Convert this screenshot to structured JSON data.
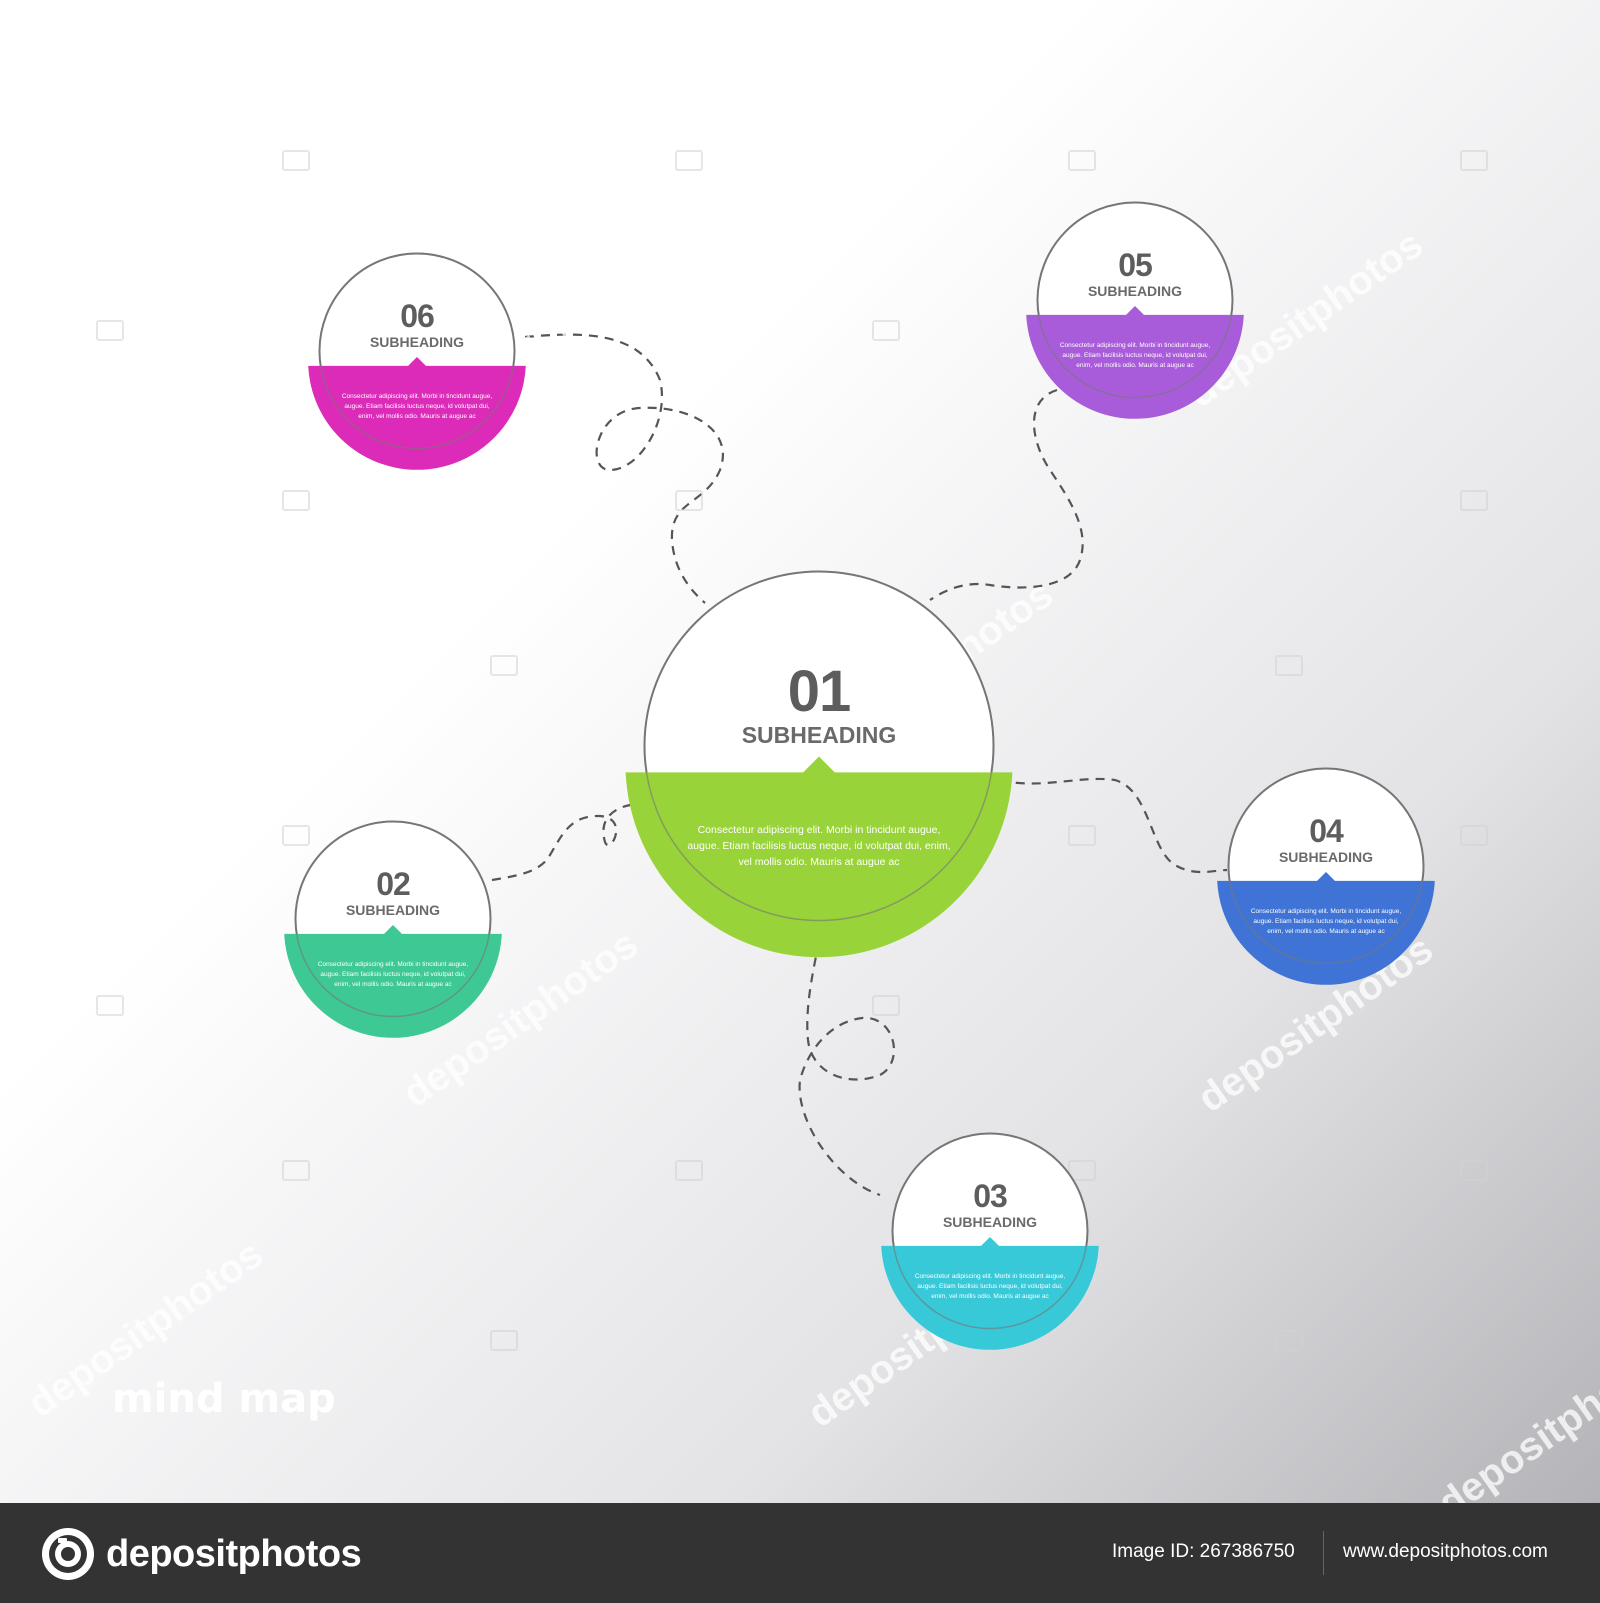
{
  "diagram": {
    "caption": "mind map",
    "nodes": [
      {
        "id": "01",
        "number": "01",
        "subheading": "SUBHEADING",
        "body": "Consectetur adipiscing elit. Morbi in tincidunt augue, augue. Etiam facilisis luctus neque, id volutpat dui, enim, vel mollis odio. Mauris at augue ac",
        "color": "#99d33a"
      },
      {
        "id": "02",
        "number": "02",
        "subheading": "SUBHEADING",
        "body": "Consectetur adipiscing elit. Morbi in tincidunt augue, augue. Etiam facilisis luctus neque, id volutpat dui, enim, vel mollis odio. Mauris at augue ac",
        "color": "#3ec894"
      },
      {
        "id": "03",
        "number": "03",
        "subheading": "SUBHEADING",
        "body": "Consectetur adipiscing elit. Morbi in tincidunt augue, augue. Etiam facilisis luctus neque, id volutpat dui, enim, vel mollis odio. Mauris at augue ac",
        "color": "#38c9d8"
      },
      {
        "id": "04",
        "number": "04",
        "subheading": "SUBHEADING",
        "body": "Consectetur adipiscing elit. Morbi in tincidunt augue, augue. Etiam facilisis luctus neque, id volutpat dui, enim, vel mollis odio. Mauris at augue ac",
        "color": "#3f73d6"
      },
      {
        "id": "05",
        "number": "05",
        "subheading": "SUBHEADING",
        "body": "Consectetur adipiscing elit. Morbi in tincidunt augue, augue. Etiam facilisis luctus neque, id volutpat dui, enim, vel mollis odio. Mauris at augue ac",
        "color": "#a95cd9"
      },
      {
        "id": "06",
        "number": "06",
        "subheading": "SUBHEADING",
        "body": "Consectetur adipiscing elit. Morbi in tincidunt augue, augue. Etiam facilisis luctus neque, id volutpat dui, enim, vel mollis odio. Mauris at augue ac",
        "color": "#db2bb8"
      }
    ],
    "links": [
      {
        "from": "01",
        "to": "02"
      },
      {
        "from": "01",
        "to": "03"
      },
      {
        "from": "01",
        "to": "04"
      },
      {
        "from": "01",
        "to": "05"
      },
      {
        "from": "01",
        "to": "06"
      }
    ],
    "outline_color": "#777777",
    "link_color": "#555555"
  },
  "watermark": {
    "text": "depositphotos"
  },
  "footer": {
    "logo_text": "depositphotos",
    "image_id": "Image ID: 267386750",
    "site_url": "www.depositphotos.com",
    "background": "#333333"
  }
}
